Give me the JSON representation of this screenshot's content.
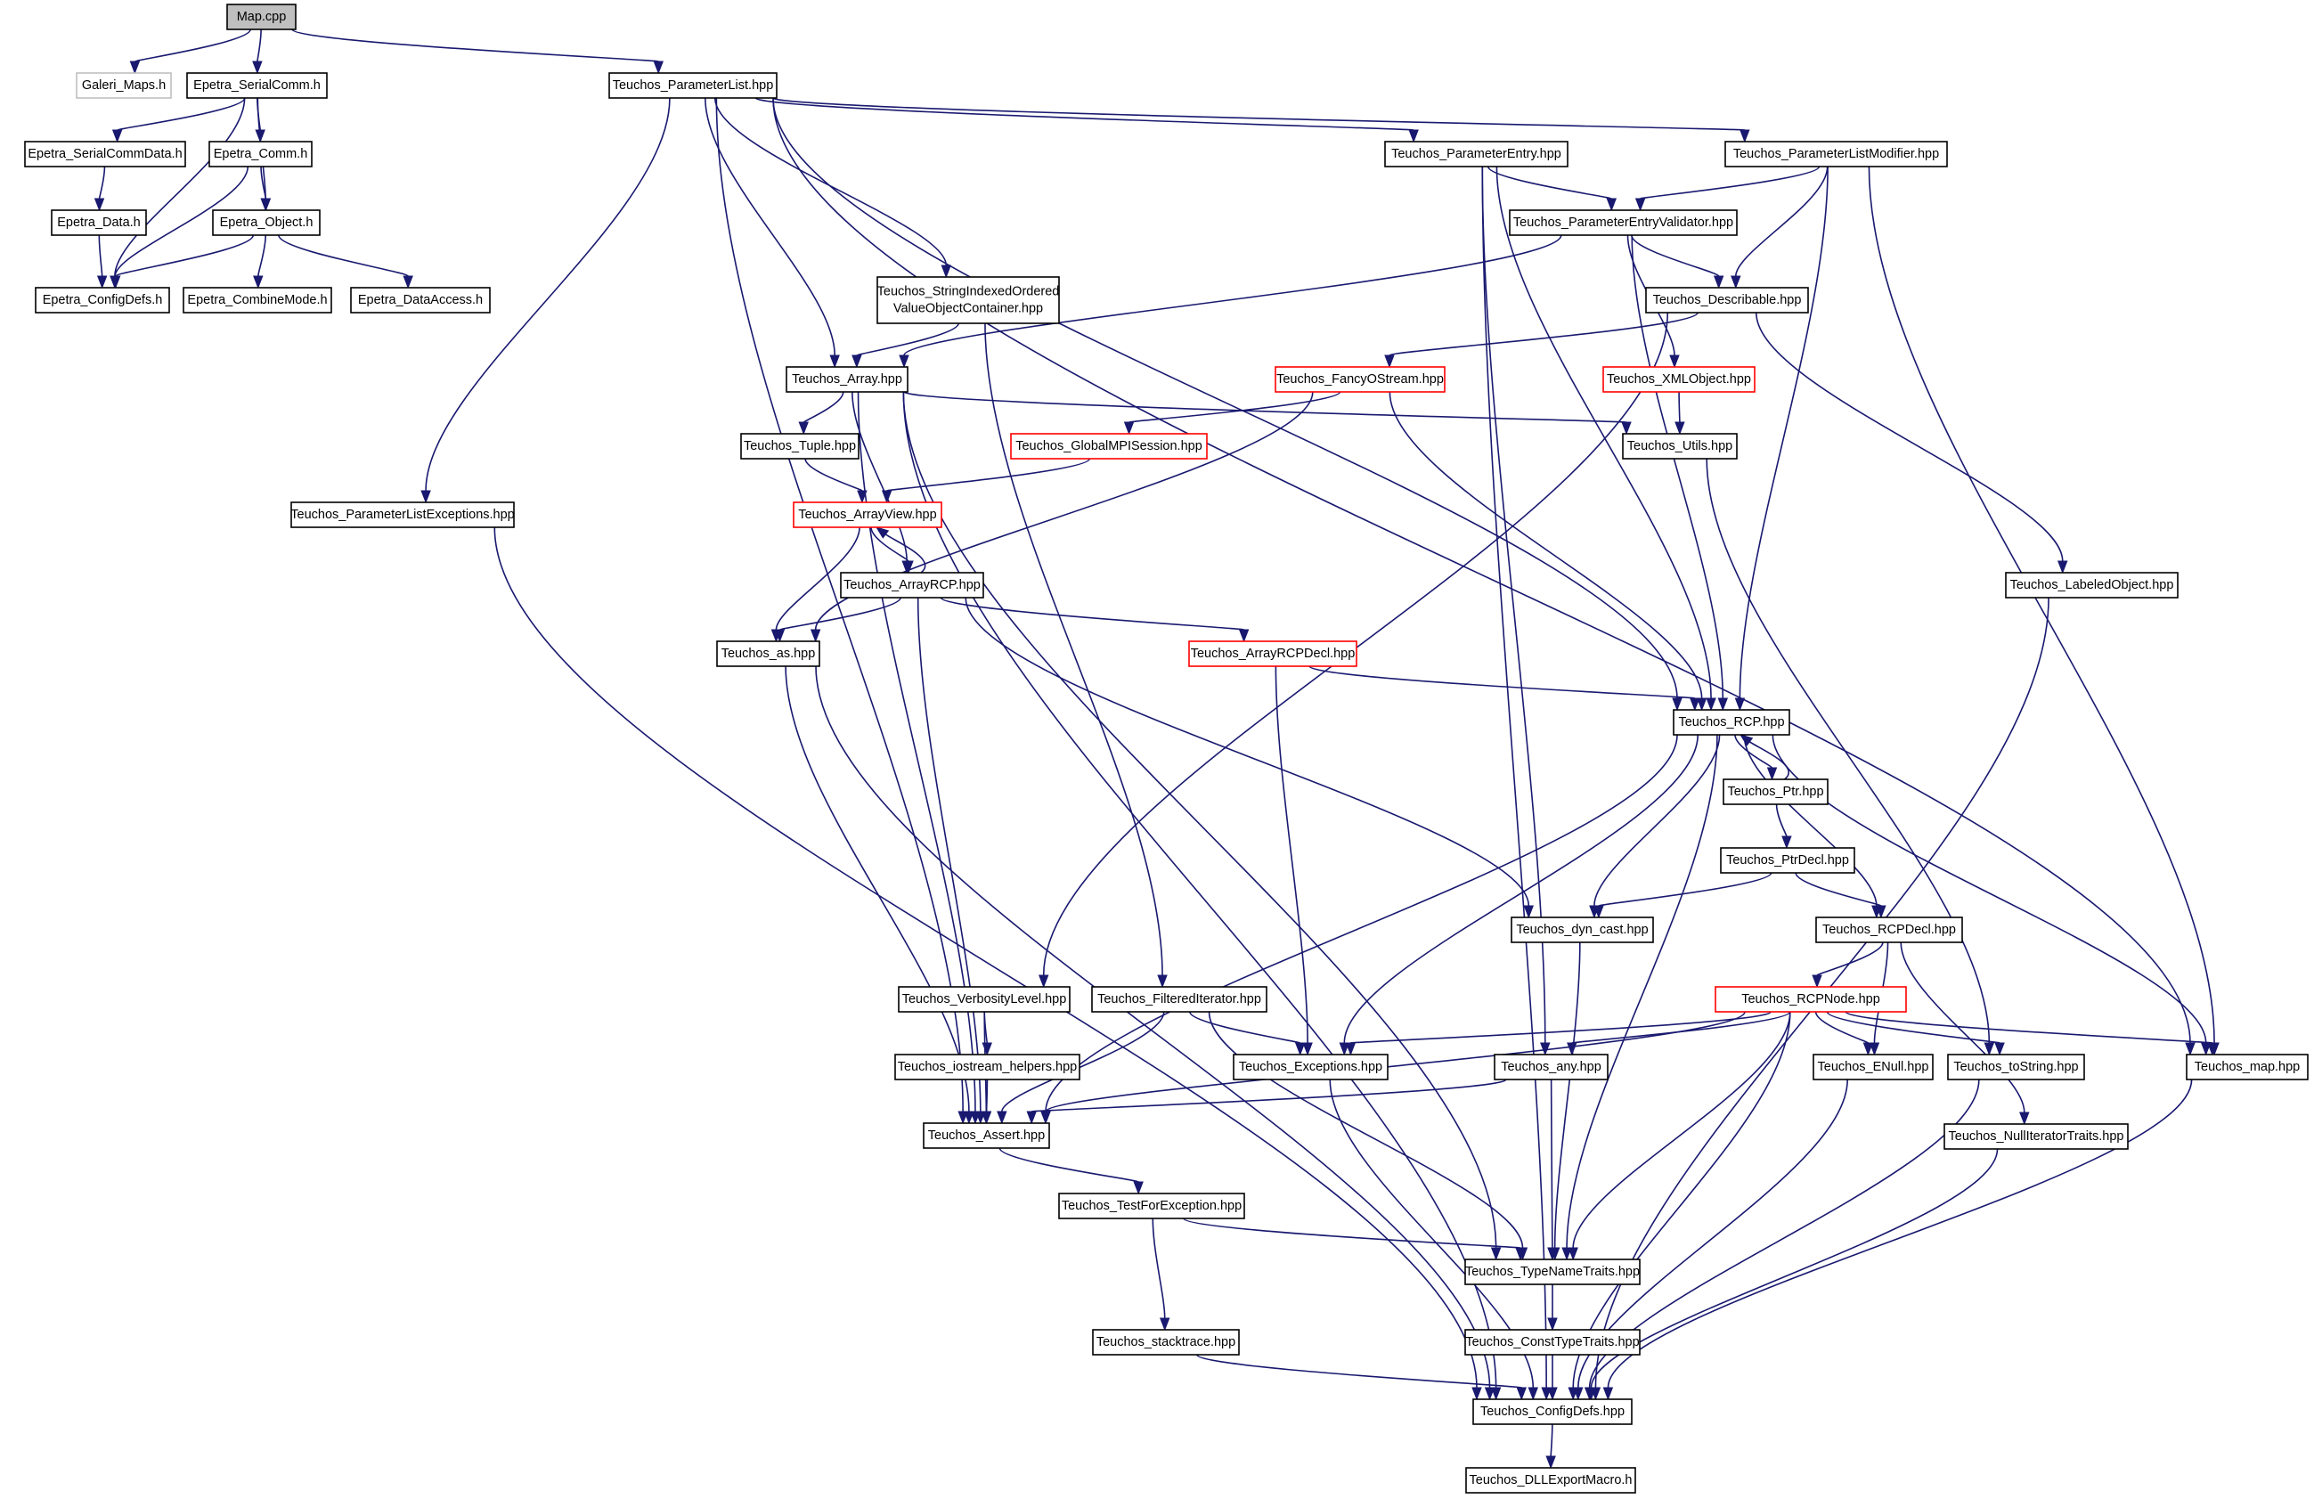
{
  "colors": {
    "edge": "#191970",
    "node_border": "#000000",
    "node_border_incomplete": "#ff0000",
    "node_border_external": "#bfbfbf",
    "root_fill": "#bfbfbf",
    "background": "#ffffff"
  },
  "nodes": [
    {
      "id": "map_cpp",
      "label": "Map.cpp",
      "style": "root"
    },
    {
      "id": "galeri_maps",
      "label": "Galeri_Maps.h",
      "style": "gray"
    },
    {
      "id": "epetra_serialcomm",
      "label": "Epetra_SerialComm.h",
      "style": "normal"
    },
    {
      "id": "teuchos_parameterlist",
      "label": "Teuchos_ParameterList.hpp",
      "style": "normal"
    },
    {
      "id": "epetra_serialcommdata",
      "label": "Epetra_SerialCommData.h",
      "style": "normal"
    },
    {
      "id": "epetra_comm",
      "label": "Epetra_Comm.h",
      "style": "normal"
    },
    {
      "id": "epetra_data",
      "label": "Epetra_Data.h",
      "style": "normal"
    },
    {
      "id": "epetra_object",
      "label": "Epetra_Object.h",
      "style": "normal"
    },
    {
      "id": "epetra_configdefs",
      "label": "Epetra_ConfigDefs.h",
      "style": "normal"
    },
    {
      "id": "epetra_combinemode",
      "label": "Epetra_CombineMode.h",
      "style": "normal"
    },
    {
      "id": "epetra_dataaccess",
      "label": "Epetra_DataAccess.h",
      "style": "normal"
    },
    {
      "id": "teuchos_parameterentry",
      "label": "Teuchos_ParameterEntry.hpp",
      "style": "normal"
    },
    {
      "id": "teuchos_parameterlistmodifier",
      "label": "Teuchos_ParameterListModifier.hpp",
      "style": "normal"
    },
    {
      "id": "teuchos_parameterentryvalidator",
      "label": "Teuchos_ParameterEntryValidator.hpp",
      "style": "normal"
    },
    {
      "id": "teuchos_stringindexed",
      "label": [
        "Teuchos_StringIndexedOrdered",
        "ValueObjectContainer.hpp"
      ],
      "style": "normal"
    },
    {
      "id": "teuchos_describable",
      "label": "Teuchos_Describable.hpp",
      "style": "normal"
    },
    {
      "id": "teuchos_array",
      "label": "Teuchos_Array.hpp",
      "style": "normal"
    },
    {
      "id": "teuchos_fancyostream",
      "label": "Teuchos_FancyOStream.hpp",
      "style": "red"
    },
    {
      "id": "teuchos_xmlobject",
      "label": "Teuchos_XMLObject.hpp",
      "style": "red"
    },
    {
      "id": "teuchos_tuple",
      "label": "Teuchos_Tuple.hpp",
      "style": "normal"
    },
    {
      "id": "teuchos_globalmpisession",
      "label": "Teuchos_GlobalMPISession.hpp",
      "style": "red"
    },
    {
      "id": "teuchos_utils",
      "label": "Teuchos_Utils.hpp",
      "style": "normal"
    },
    {
      "id": "teuchos_parameterlistexceptions",
      "label": "Teuchos_ParameterListExceptions.hpp",
      "style": "normal"
    },
    {
      "id": "teuchos_arrayview",
      "label": "Teuchos_ArrayView.hpp",
      "style": "red"
    },
    {
      "id": "teuchos_labeledobject",
      "label": "Teuchos_LabeledObject.hpp",
      "style": "normal"
    },
    {
      "id": "teuchos_arrayrcp",
      "label": "Teuchos_ArrayRCP.hpp",
      "style": "normal"
    },
    {
      "id": "teuchos_as",
      "label": "Teuchos_as.hpp",
      "style": "normal"
    },
    {
      "id": "teuchos_arrayrcpdecl",
      "label": "Teuchos_ArrayRCPDecl.hpp",
      "style": "red"
    },
    {
      "id": "teuchos_rcp",
      "label": "Teuchos_RCP.hpp",
      "style": "normal"
    },
    {
      "id": "teuchos_ptr",
      "label": "Teuchos_Ptr.hpp",
      "style": "normal"
    },
    {
      "id": "teuchos_ptrdecl",
      "label": "Teuchos_PtrDecl.hpp",
      "style": "normal"
    },
    {
      "id": "teuchos_dyn_cast",
      "label": "Teuchos_dyn_cast.hpp",
      "style": "normal"
    },
    {
      "id": "teuchos_rcpdecl",
      "label": "Teuchos_RCPDecl.hpp",
      "style": "normal"
    },
    {
      "id": "teuchos_verbositylevel",
      "label": "Teuchos_VerbosityLevel.hpp",
      "style": "normal"
    },
    {
      "id": "teuchos_filterediterator",
      "label": "Teuchos_FilteredIterator.hpp",
      "style": "normal"
    },
    {
      "id": "teuchos_rcpnode",
      "label": "Teuchos_RCPNode.hpp",
      "style": "red"
    },
    {
      "id": "teuchos_iostream_helpers",
      "label": "Teuchos_iostream_helpers.hpp",
      "style": "normal"
    },
    {
      "id": "teuchos_exceptions",
      "label": "Teuchos_Exceptions.hpp",
      "style": "normal"
    },
    {
      "id": "teuchos_any",
      "label": "Teuchos_any.hpp",
      "style": "normal"
    },
    {
      "id": "teuchos_enull",
      "label": "Teuchos_ENull.hpp",
      "style": "normal"
    },
    {
      "id": "teuchos_tostring",
      "label": "Teuchos_toString.hpp",
      "style": "normal"
    },
    {
      "id": "teuchos_map",
      "label": "Teuchos_map.hpp",
      "style": "normal"
    },
    {
      "id": "teuchos_assert",
      "label": "Teuchos_Assert.hpp",
      "style": "normal"
    },
    {
      "id": "teuchos_nulliteratortraits",
      "label": "Teuchos_NullIteratorTraits.hpp",
      "style": "normal"
    },
    {
      "id": "teuchos_testforexception",
      "label": "Teuchos_TestForException.hpp",
      "style": "normal"
    },
    {
      "id": "teuchos_typenametraits",
      "label": "Teuchos_TypeNameTraits.hpp",
      "style": "normal"
    },
    {
      "id": "teuchos_stacktrace",
      "label": "Teuchos_stacktrace.hpp",
      "style": "normal"
    },
    {
      "id": "teuchos_consttypetraits",
      "label": "Teuchos_ConstTypeTraits.hpp",
      "style": "normal"
    },
    {
      "id": "teuchos_configdefs",
      "label": "Teuchos_ConfigDefs.hpp",
      "style": "normal"
    },
    {
      "id": "teuchos_dllexportmacro",
      "label": "Teuchos_DLLExportMacro.h",
      "style": "normal"
    }
  ],
  "edges": [
    [
      "map_cpp",
      "galeri_maps"
    ],
    [
      "map_cpp",
      "epetra_serialcomm"
    ],
    [
      "map_cpp",
      "teuchos_parameterlist"
    ],
    [
      "epetra_serialcomm",
      "epetra_serialcommdata"
    ],
    [
      "epetra_serialcomm",
      "epetra_comm"
    ],
    [
      "epetra_serialcomm",
      "epetra_object"
    ],
    [
      "epetra_serialcomm",
      "epetra_configdefs"
    ],
    [
      "epetra_serialcommdata",
      "epetra_data"
    ],
    [
      "epetra_data",
      "epetra_configdefs"
    ],
    [
      "epetra_comm",
      "epetra_object"
    ],
    [
      "epetra_comm",
      "epetra_configdefs"
    ],
    [
      "epetra_object",
      "epetra_configdefs"
    ],
    [
      "epetra_object",
      "epetra_combinemode"
    ],
    [
      "epetra_object",
      "epetra_dataaccess"
    ],
    [
      "teuchos_parameterlist",
      "teuchos_parameterlistexceptions"
    ],
    [
      "teuchos_parameterlist",
      "teuchos_assert"
    ],
    [
      "teuchos_parameterlist",
      "teuchos_array"
    ],
    [
      "teuchos_parameterlist",
      "teuchos_stringindexed"
    ],
    [
      "teuchos_parameterlist",
      "teuchos_parameterentry"
    ],
    [
      "teuchos_parameterlist",
      "teuchos_parameterlistmodifier"
    ],
    [
      "teuchos_parameterlist",
      "teuchos_rcp"
    ],
    [
      "teuchos_parameterlist",
      "teuchos_map"
    ],
    [
      "teuchos_parameterentry",
      "teuchos_configdefs"
    ],
    [
      "teuchos_parameterentry",
      "teuchos_parameterentryvalidator"
    ],
    [
      "teuchos_parameterentry",
      "teuchos_any"
    ],
    [
      "teuchos_parameterentry",
      "teuchos_rcp"
    ],
    [
      "teuchos_parameterlistmodifier",
      "teuchos_parameterentryvalidator"
    ],
    [
      "teuchos_parameterlistmodifier",
      "teuchos_describable"
    ],
    [
      "teuchos_parameterlistmodifier",
      "teuchos_rcp"
    ],
    [
      "teuchos_parameterlistmodifier",
      "teuchos_map"
    ],
    [
      "teuchos_parameterentryvalidator",
      "teuchos_array"
    ],
    [
      "teuchos_parameterentryvalidator",
      "teuchos_describable"
    ],
    [
      "teuchos_parameterentryvalidator",
      "teuchos_xmlobject"
    ],
    [
      "teuchos_parameterentryvalidator",
      "teuchos_rcp"
    ],
    [
      "teuchos_stringindexed",
      "teuchos_array"
    ],
    [
      "teuchos_stringindexed",
      "teuchos_filterediterator"
    ],
    [
      "teuchos_describable",
      "teuchos_fancyostream"
    ],
    [
      "teuchos_describable",
      "teuchos_verbositylevel"
    ],
    [
      "teuchos_describable",
      "teuchos_labeledobject"
    ],
    [
      "teuchos_array",
      "teuchos_tuple"
    ],
    [
      "teuchos_array",
      "teuchos_arrayrcp"
    ],
    [
      "teuchos_array",
      "teuchos_utils"
    ],
    [
      "teuchos_array",
      "teuchos_configdefs"
    ],
    [
      "teuchos_array",
      "teuchos_assert"
    ],
    [
      "teuchos_array",
      "teuchos_typenametraits"
    ],
    [
      "teuchos_fancyostream",
      "teuchos_globalmpisession"
    ],
    [
      "teuchos_fancyostream",
      "teuchos_as"
    ],
    [
      "teuchos_fancyostream",
      "teuchos_rcp"
    ],
    [
      "teuchos_xmlobject",
      "teuchos_utils"
    ],
    [
      "teuchos_utils",
      "teuchos_tostring"
    ],
    [
      "teuchos_tuple",
      "teuchos_arrayview"
    ],
    [
      "teuchos_globalmpisession",
      "teuchos_arrayview"
    ],
    [
      "teuchos_arrayview",
      "teuchos_arrayrcp"
    ],
    [
      "teuchos_arrayview",
      "teuchos_as"
    ],
    [
      "teuchos_arrayrcp",
      "teuchos_arrayview"
    ],
    [
      "teuchos_arrayrcp",
      "teuchos_as"
    ],
    [
      "teuchos_arrayrcp",
      "teuchos_arrayrcpdecl"
    ],
    [
      "teuchos_arrayrcp",
      "teuchos_dyn_cast"
    ],
    [
      "teuchos_arrayrcp",
      "teuchos_assert"
    ],
    [
      "teuchos_parameterlistexceptions",
      "teuchos_configdefs"
    ],
    [
      "teuchos_as",
      "teuchos_assert"
    ],
    [
      "teuchos_as",
      "teuchos_configdefs"
    ],
    [
      "teuchos_arrayrcpdecl",
      "teuchos_rcp"
    ],
    [
      "teuchos_arrayrcpdecl",
      "teuchos_exceptions"
    ],
    [
      "teuchos_labeledobject",
      "teuchos_configdefs"
    ],
    [
      "teuchos_rcp",
      "teuchos_ptr"
    ],
    [
      "teuchos_rcp",
      "teuchos_dyn_cast"
    ],
    [
      "teuchos_rcp",
      "teuchos_rcpdecl"
    ],
    [
      "teuchos_rcp",
      "teuchos_exceptions"
    ],
    [
      "teuchos_rcp",
      "teuchos_assert"
    ],
    [
      "teuchos_rcp",
      "teuchos_map"
    ],
    [
      "teuchos_rcp",
      "teuchos_typenametraits"
    ],
    [
      "teuchos_ptr",
      "teuchos_rcp"
    ],
    [
      "teuchos_ptr",
      "teuchos_ptrdecl"
    ],
    [
      "teuchos_ptrdecl",
      "teuchos_dyn_cast"
    ],
    [
      "teuchos_ptrdecl",
      "teuchos_rcpdecl"
    ],
    [
      "teuchos_dyn_cast",
      "teuchos_typenametraits"
    ],
    [
      "teuchos_rcpdecl",
      "teuchos_rcpnode"
    ],
    [
      "teuchos_rcpdecl",
      "teuchos_enull"
    ],
    [
      "teuchos_rcpdecl",
      "teuchos_nulliteratortraits"
    ],
    [
      "teuchos_verbositylevel",
      "teuchos_iostream_helpers"
    ],
    [
      "teuchos_verbositylevel",
      "teuchos_assert"
    ],
    [
      "teuchos_filterediterator",
      "teuchos_exceptions"
    ],
    [
      "teuchos_filterediterator",
      "teuchos_assert"
    ],
    [
      "teuchos_filterediterator",
      "teuchos_typenametraits"
    ],
    [
      "teuchos_rcpnode",
      "teuchos_exceptions"
    ],
    [
      "teuchos_rcpnode",
      "teuchos_any"
    ],
    [
      "teuchos_rcpnode",
      "teuchos_enull"
    ],
    [
      "teuchos_rcpnode",
      "teuchos_tostring"
    ],
    [
      "teuchos_rcpnode",
      "teuchos_map"
    ],
    [
      "teuchos_rcpnode",
      "teuchos_assert"
    ],
    [
      "teuchos_rcpnode",
      "teuchos_typenametraits"
    ],
    [
      "teuchos_rcpnode",
      "teuchos_configdefs"
    ],
    [
      "teuchos_iostream_helpers",
      "teuchos_assert"
    ],
    [
      "teuchos_exceptions",
      "teuchos_configdefs"
    ],
    [
      "teuchos_any",
      "teuchos_assert"
    ],
    [
      "teuchos_any",
      "teuchos_typenametraits"
    ],
    [
      "teuchos_enull",
      "teuchos_configdefs"
    ],
    [
      "teuchos_tostring",
      "teuchos_configdefs"
    ],
    [
      "teuchos_map",
      "teuchos_configdefs"
    ],
    [
      "teuchos_nulliteratortraits",
      "teuchos_configdefs"
    ],
    [
      "teuchos_assert",
      "teuchos_testforexception"
    ],
    [
      "teuchos_testforexception",
      "teuchos_typenametraits"
    ],
    [
      "teuchos_testforexception",
      "teuchos_stacktrace"
    ],
    [
      "teuchos_typenametraits",
      "teuchos_consttypetraits"
    ],
    [
      "teuchos_stacktrace",
      "teuchos_configdefs"
    ],
    [
      "teuchos_consttypetraits",
      "teuchos_configdefs"
    ],
    [
      "teuchos_configdefs",
      "teuchos_dllexportmacro"
    ]
  ]
}
